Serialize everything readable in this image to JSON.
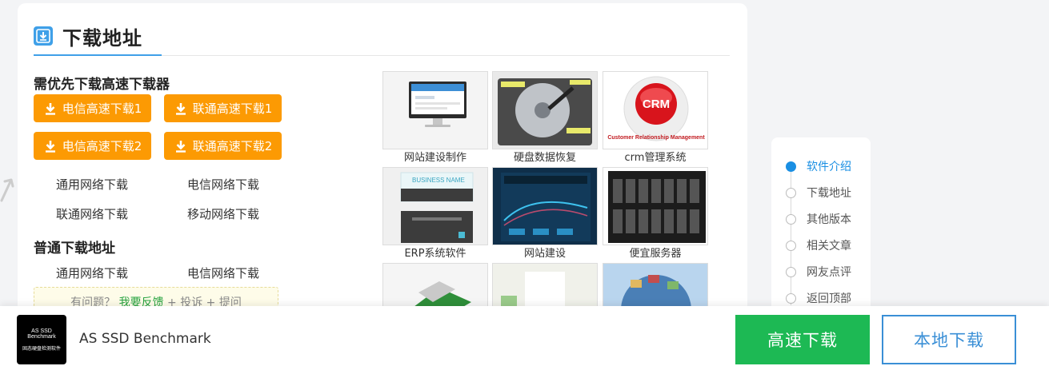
{
  "section": {
    "title": "下载地址"
  },
  "priority": {
    "title": "需优先下载高速下载器",
    "buttons": [
      "电信高速下载1",
      "联通高速下载1",
      "电信高速下载2",
      "联通高速下载2"
    ],
    "links": [
      "通用网络下载",
      "电信网络下载",
      "联通网络下载",
      "移动网络下载"
    ]
  },
  "normal": {
    "title": "普通下载地址",
    "links": [
      "通用网络下载",
      "电信网络下载"
    ]
  },
  "feedback": {
    "prefix": "有问题？",
    "link": "我要反馈",
    "suffix": "+ 投诉 + 提问"
  },
  "thumbnails": [
    {
      "caption": "网站建设制作"
    },
    {
      "caption": "硬盘数据恢复"
    },
    {
      "caption": "crm管理系统",
      "badge": "CRM",
      "ring_text": "Customer Relationship Management"
    },
    {
      "caption": "ERP系统软件",
      "card_title": "BUSINESS NAME"
    },
    {
      "caption": "网站建设"
    },
    {
      "caption": "便宜服务器"
    },
    {
      "caption": ""
    },
    {
      "caption": ""
    },
    {
      "caption": ""
    }
  ],
  "side_nav": {
    "items": [
      "软件介绍",
      "下载地址",
      "其他版本",
      "相关文章",
      "网友点评",
      "返回顶部"
    ],
    "active_index": 0
  },
  "bottom_bar": {
    "logo_line1": "AS SSD Benchmark",
    "logo_line2": "固态硬盘检测软件",
    "app_name": "AS SSD Benchmark",
    "fast_download": "高速下载",
    "local_download": "本地下载"
  },
  "colors": {
    "accent": "#fc9a03",
    "blue": "#3fa0e8",
    "green": "#1db954",
    "nav_active": "#1a8fe3"
  },
  "icons": {
    "section": "download-box-icon",
    "button": "download-arrow-icon"
  }
}
